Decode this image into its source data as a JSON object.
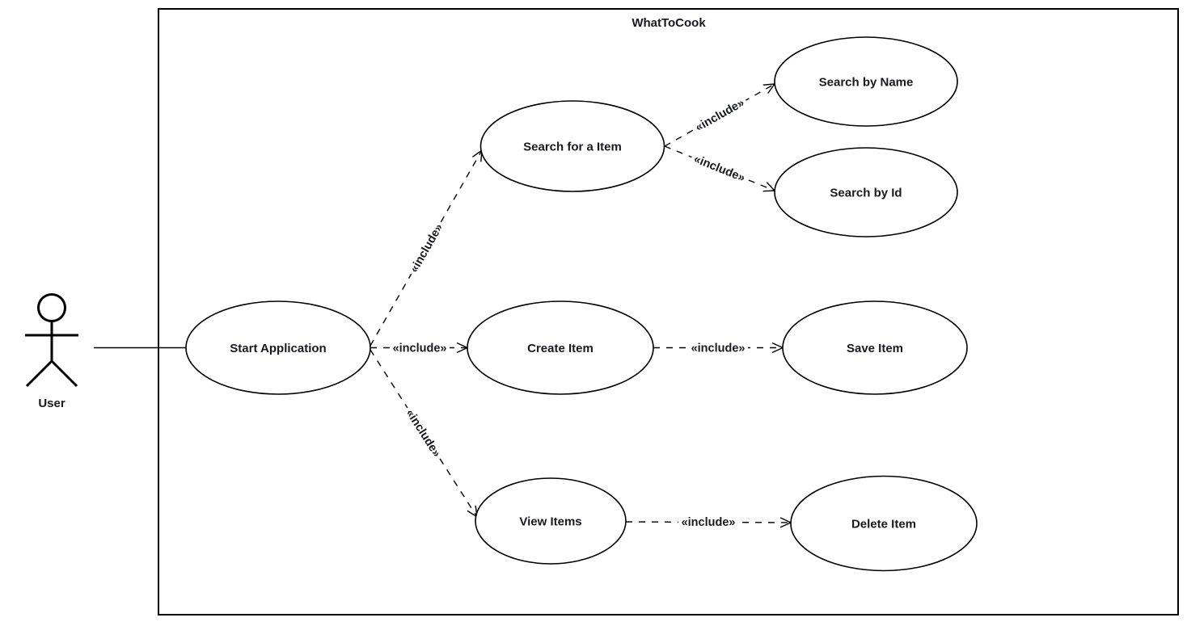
{
  "diagram": {
    "type": "uml-use-case-diagram",
    "title": "WhatToCook",
    "actor": {
      "label": "User"
    },
    "use_cases": [
      {
        "id": "start-application",
        "label": "Start Application"
      },
      {
        "id": "search-for-a-item",
        "label": "Search for a Item"
      },
      {
        "id": "search-by-name",
        "label": "Search by Name"
      },
      {
        "id": "search-by-id",
        "label": "Search by Id"
      },
      {
        "id": "create-item",
        "label": "Create Item"
      },
      {
        "id": "save-item",
        "label": "Save Item"
      },
      {
        "id": "view-items",
        "label": "View Items"
      },
      {
        "id": "delete-item",
        "label": "Delete Item"
      }
    ],
    "edges": [
      {
        "from": "User",
        "to": "Start Application",
        "style": "solid",
        "label": ""
      },
      {
        "from": "Start Application",
        "to": "Search for a Item",
        "style": "dashed",
        "label": "«include»"
      },
      {
        "from": "Start Application",
        "to": "Create Item",
        "style": "dashed",
        "label": "«include»"
      },
      {
        "from": "Start Application",
        "to": "View Items",
        "style": "dashed",
        "label": "«include»"
      },
      {
        "from": "Search for a Item",
        "to": "Search by Name",
        "style": "dashed",
        "label": "«include»"
      },
      {
        "from": "Search for a Item",
        "to": "Search by Id",
        "style": "dashed",
        "label": "«include»"
      },
      {
        "from": "Create Item",
        "to": "Save Item",
        "style": "dashed",
        "label": "«include»"
      },
      {
        "from": "View Items",
        "to": "Delete Item",
        "style": "dashed",
        "label": "«include»"
      }
    ],
    "colors": {
      "stroke": "#000000",
      "text": "#18191c",
      "background": "#ffffff"
    }
  }
}
